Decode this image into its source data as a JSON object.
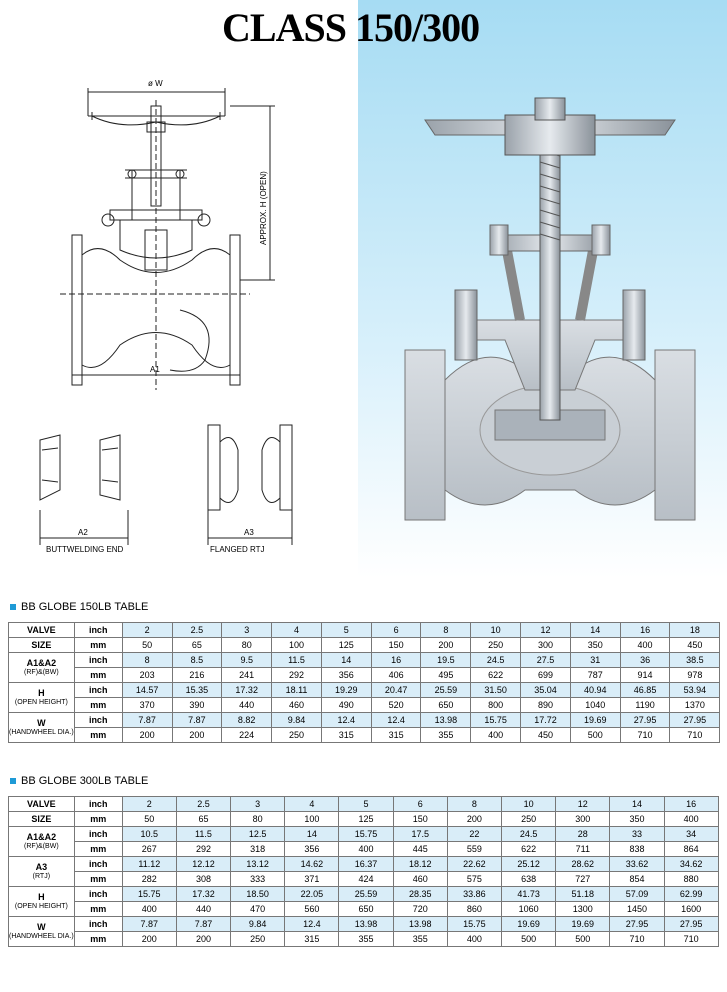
{
  "title": {
    "word": "CLASS",
    "numbers": "150/300"
  },
  "drawing_labels": {
    "dia_w": "ø W",
    "approx_h": "APPROX. H (OPEN)",
    "a1": "A1",
    "a2": "A2",
    "a3": "A3",
    "buttwelding_end": "BUTTWELDING END",
    "flanged_rtj": "FLANGED  RTJ"
  },
  "table150": {
    "heading": "BB GLOBE 150LB TABLE",
    "rows": [
      {
        "label": "VALVE",
        "sub": "",
        "unit1": "inch",
        "inch": [
          "2",
          "2.5",
          "3",
          "4",
          "5",
          "6",
          "8",
          "10",
          "12",
          "14",
          "16",
          "18"
        ],
        "label2": "SIZE",
        "unit2": "mm",
        "mm": [
          "50",
          "65",
          "80",
          "100",
          "125",
          "150",
          "200",
          "250",
          "300",
          "350",
          "400",
          "450"
        ]
      },
      {
        "label": "A1&A2",
        "sub": "(RF)&(BW)",
        "unit1": "inch",
        "inch": [
          "8",
          "8.5",
          "9.5",
          "11.5",
          "14",
          "16",
          "19.5",
          "24.5",
          "27.5",
          "31",
          "36",
          "38.5"
        ],
        "label2": "",
        "unit2": "mm",
        "mm": [
          "203",
          "216",
          "241",
          "292",
          "356",
          "406",
          "495",
          "622",
          "699",
          "787",
          "914",
          "978"
        ]
      },
      {
        "label": "H",
        "sub": "(OPEN HEIGHT)",
        "unit1": "inch",
        "inch": [
          "14.57",
          "15.35",
          "17.32",
          "18.11",
          "19.29",
          "20.47",
          "25.59",
          "31.50",
          "35.04",
          "40.94",
          "46.85",
          "53.94"
        ],
        "label2": "",
        "unit2": "mm",
        "mm": [
          "370",
          "390",
          "440",
          "460",
          "490",
          "520",
          "650",
          "800",
          "890",
          "1040",
          "1190",
          "1370"
        ]
      },
      {
        "label": "W",
        "sub": "(HANDWHEEL DIA.)",
        "unit1": "inch",
        "inch": [
          "7.87",
          "7.87",
          "8.82",
          "9.84",
          "12.4",
          "12.4",
          "13.98",
          "15.75",
          "17.72",
          "19.69",
          "27.95",
          "27.95"
        ],
        "label2": "",
        "unit2": "mm",
        "mm": [
          "200",
          "200",
          "224",
          "250",
          "315",
          "315",
          "355",
          "400",
          "450",
          "500",
          "710",
          "710"
        ]
      }
    ]
  },
  "table300": {
    "heading": "BB GLOBE 300LB TABLE",
    "rows": [
      {
        "label": "VALVE",
        "sub": "",
        "unit1": "inch",
        "inch": [
          "2",
          "2.5",
          "3",
          "4",
          "5",
          "6",
          "8",
          "10",
          "12",
          "14",
          "16"
        ],
        "label2": "SIZE",
        "unit2": "mm",
        "mm": [
          "50",
          "65",
          "80",
          "100",
          "125",
          "150",
          "200",
          "250",
          "300",
          "350",
          "400"
        ]
      },
      {
        "label": "A1&A2",
        "sub": "(RF)&(BW)",
        "unit1": "inch",
        "inch": [
          "10.5",
          "11.5",
          "12.5",
          "14",
          "15.75",
          "17.5",
          "22",
          "24.5",
          "28",
          "33",
          "34"
        ],
        "label2": "",
        "unit2": "mm",
        "mm": [
          "267",
          "292",
          "318",
          "356",
          "400",
          "445",
          "559",
          "622",
          "711",
          "838",
          "864"
        ]
      },
      {
        "label": "A3",
        "sub": "(RTJ)",
        "unit1": "inch",
        "inch": [
          "11.12",
          "12.12",
          "13.12",
          "14.62",
          "16.37",
          "18.12",
          "22.62",
          "25.12",
          "28.62",
          "33.62",
          "34.62"
        ],
        "label2": "",
        "unit2": "mm",
        "mm": [
          "282",
          "308",
          "333",
          "371",
          "424",
          "460",
          "575",
          "638",
          "727",
          "854",
          "880"
        ]
      },
      {
        "label": "H",
        "sub": "(OPEN HEIGHT)",
        "unit1": "inch",
        "inch": [
          "15.75",
          "17.32",
          "18.50",
          "22.05",
          "25.59",
          "28.35",
          "33.86",
          "41.73",
          "51.18",
          "57.09",
          "62.99"
        ],
        "label2": "",
        "unit2": "mm",
        "mm": [
          "400",
          "440",
          "470",
          "560",
          "650",
          "720",
          "860",
          "1060",
          "1300",
          "1450",
          "1600"
        ]
      },
      {
        "label": "W",
        "sub": "(HANDWHEEL DIA.)",
        "unit1": "inch",
        "inch": [
          "7.87",
          "7.87",
          "9.84",
          "12.4",
          "13.98",
          "13.98",
          "15.75",
          "19.69",
          "19.69",
          "27.95",
          "27.95"
        ],
        "label2": "",
        "unit2": "mm",
        "mm": [
          "200",
          "200",
          "250",
          "315",
          "355",
          "355",
          "400",
          "500",
          "500",
          "710",
          "710"
        ]
      }
    ]
  }
}
